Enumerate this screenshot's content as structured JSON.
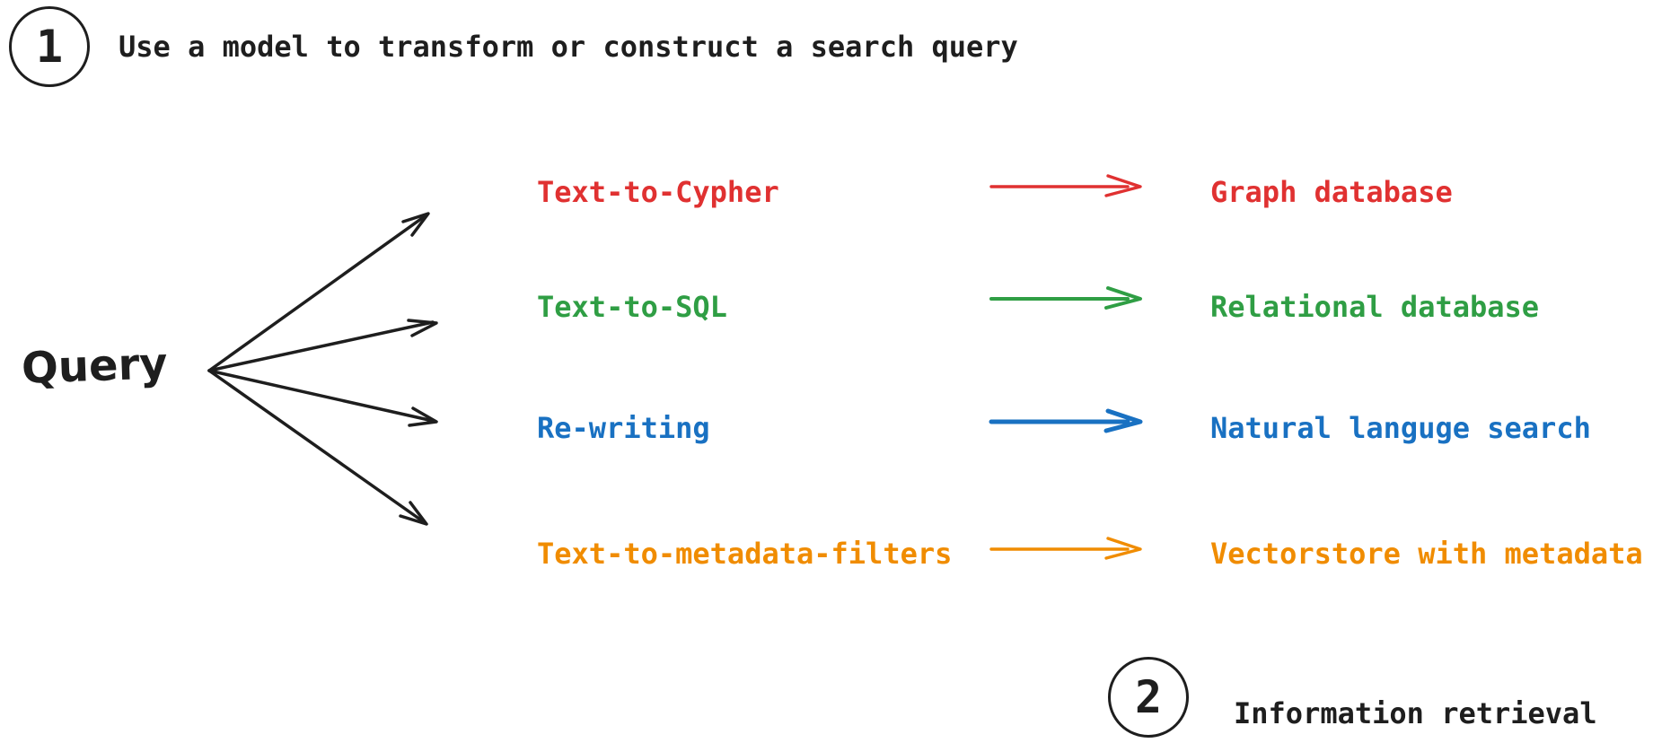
{
  "canvas": {
    "background": "#ffffff",
    "ink": "#1e1e1e"
  },
  "step_1": {
    "number": "1",
    "label": "Use a model to transform or construct a search query"
  },
  "step_2": {
    "number": "2",
    "label": "Information retrieval"
  },
  "query": {
    "label": "Query"
  },
  "rows": [
    {
      "method": "Text-to-Cypher",
      "target": "Graph database",
      "color": "#e03131"
    },
    {
      "method": "Text-to-SQL",
      "target": "Relational database",
      "color": "#2f9e44"
    },
    {
      "method": "Re-writing",
      "target": "Natural languge search",
      "color": "#1971c2"
    },
    {
      "method": "Text-to-metadata-filters",
      "target": "Vectorstore with metadata",
      "color": "#f08c00"
    }
  ]
}
